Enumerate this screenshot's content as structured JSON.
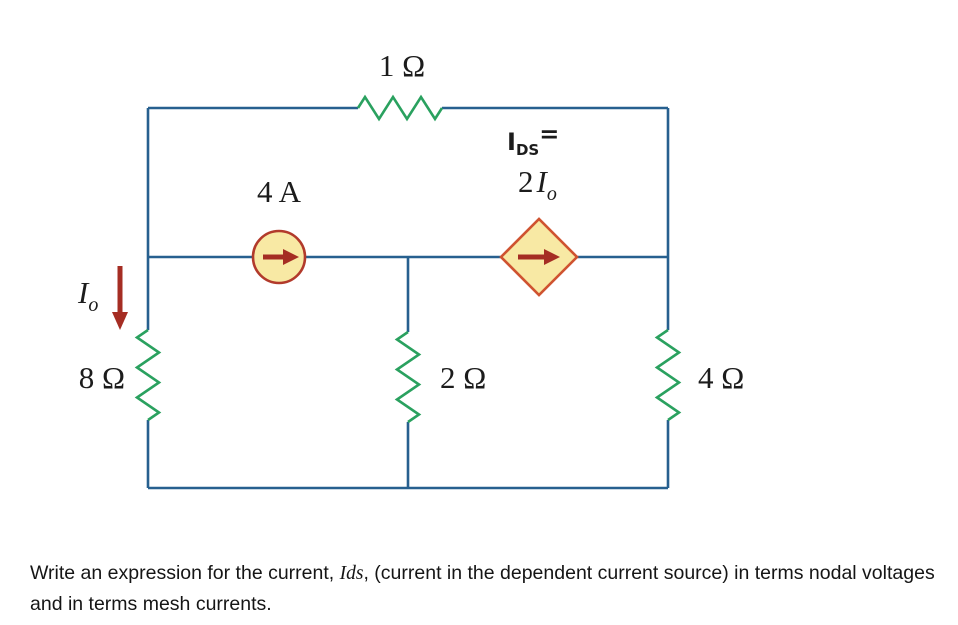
{
  "colors": {
    "wire": "#27608f",
    "resistor": "#2aa15f",
    "source_fill": "#f8e9a4",
    "source_stroke": "#b23a2b",
    "diamond_stroke": "#cf5330",
    "arrow": "#a52d23",
    "text": "#1c1c1c"
  },
  "circuit": {
    "resistor_top": "1 Ω",
    "resistor_left": "8 Ω",
    "resistor_mid": "2 Ω",
    "resistor_right": "4 Ω",
    "current_source": "4 A",
    "io": {
      "main": "I",
      "sub": "o"
    },
    "ids_label": {
      "main": "I",
      "sub": "DS",
      "eq": "="
    },
    "dep_value": {
      "coeff": "2",
      "main": "I",
      "sub": "o"
    }
  },
  "question": {
    "before": "Write an expression for the current, ",
    "ids": "Ids",
    "after": ", (current in the dependent current source) in terms nodal voltages and in terms mesh currents."
  }
}
